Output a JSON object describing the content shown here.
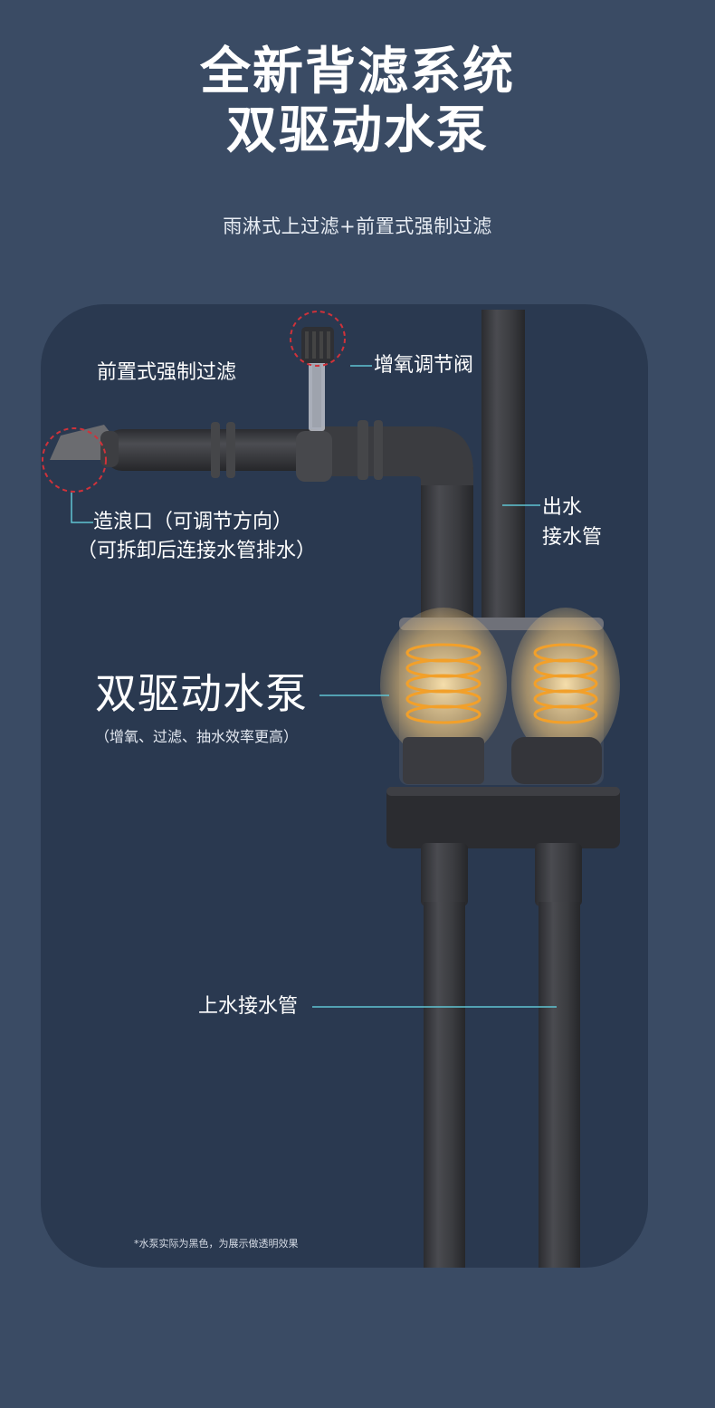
{
  "heading": {
    "line1": "全新背滤系统",
    "line2": "双驱动水泵"
  },
  "subtitle": "雨淋式上过滤+前置式强制过滤",
  "labels": {
    "front_filter": "前置式强制过滤",
    "oxygen_valve": "增氧调节阀",
    "wave_outlet_line1": "造浪口（可调节方向）",
    "wave_outlet_line2": "（可拆卸后连接水管排水）",
    "outlet_line1": "出水",
    "outlet_line2": "接水管",
    "pump_title": "双驱动水泵",
    "pump_desc": "（增氧、过滤、抽水效率更高）",
    "inlet_pipe": "上水接水管"
  },
  "footnote": "*水泵实际为黑色，为展示做透明效果",
  "colors": {
    "background": "#3a4b64",
    "panel": "#2a3950",
    "pipe": "#3d3e42",
    "leader_line": "#5fc4d2",
    "callout_ring": "#d0323a",
    "coil": "#f2a02a"
  }
}
